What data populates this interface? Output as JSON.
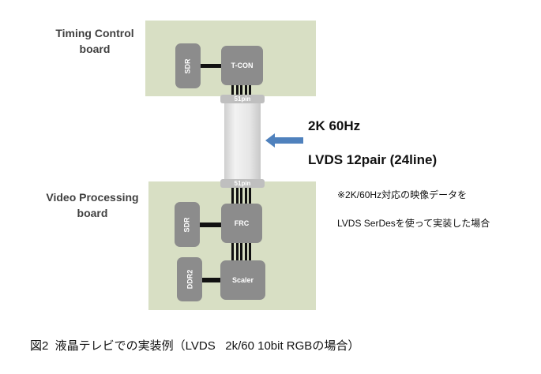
{
  "top_board": {
    "title_line1": "Timing Control",
    "title_line2": "board",
    "chips": {
      "memory": "SDR",
      "controller": "T-CON"
    }
  },
  "connector": {
    "top_label": "51pin",
    "bottom_label": "51pin"
  },
  "bottom_board": {
    "title_line1": "Video Processing",
    "title_line2": "board",
    "chips": {
      "memory1": "SDR",
      "frc": "FRC",
      "memory2": "DDR2",
      "scaler": "Scaler"
    }
  },
  "signal": {
    "line1": "2K 60Hz",
    "line2": "LVDS 12pair (24line)"
  },
  "note": {
    "line1": "※2K/60Hz対応の映像データを",
    "line2": "LVDS SerDesを使って実装した場合"
  },
  "caption": "図2  液晶テレビでの実装例（LVDS   2k/60 10bit RGBの場合）",
  "colors": {
    "board": "#d8dfc4",
    "chip": "#8c8c8c",
    "arrow": "#4f81bd"
  }
}
